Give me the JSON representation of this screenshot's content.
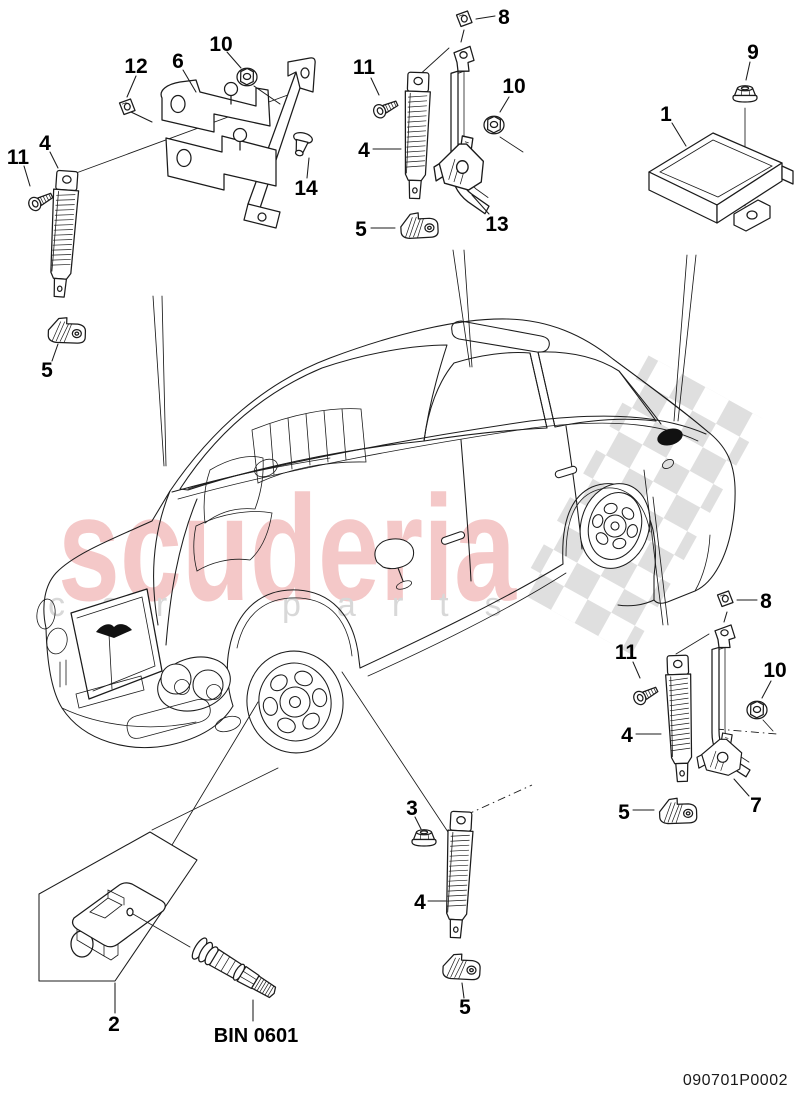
{
  "document": {
    "drawing_number": "090701P0002"
  },
  "watermark": {
    "brand": "scuderia",
    "tagline_word1": "car",
    "tagline_word2": "parts",
    "brand_color": "#f4c8c8",
    "tagline_color": "#d8d8d8",
    "checker_color": "#dfdfdf"
  },
  "callouts": {
    "tl": {
      "c12": "12",
      "c6": "6",
      "c10": "10",
      "c14": "14",
      "c11": "11",
      "c4": "4",
      "c5": "5"
    },
    "tm": {
      "c8": "8",
      "c11": "11",
      "c4": "4",
      "c10": "10",
      "c13": "13",
      "c5": "5"
    },
    "tr": {
      "c9": "9",
      "c1": "1"
    },
    "r": {
      "c8": "8",
      "c11": "11",
      "c10": "10",
      "c4": "4",
      "c7": "7",
      "c5": "5"
    },
    "bm": {
      "c3": "3",
      "c4": "4",
      "c5": "5"
    },
    "bl": {
      "c2": "2",
      "bin": "BIN 0601"
    }
  }
}
